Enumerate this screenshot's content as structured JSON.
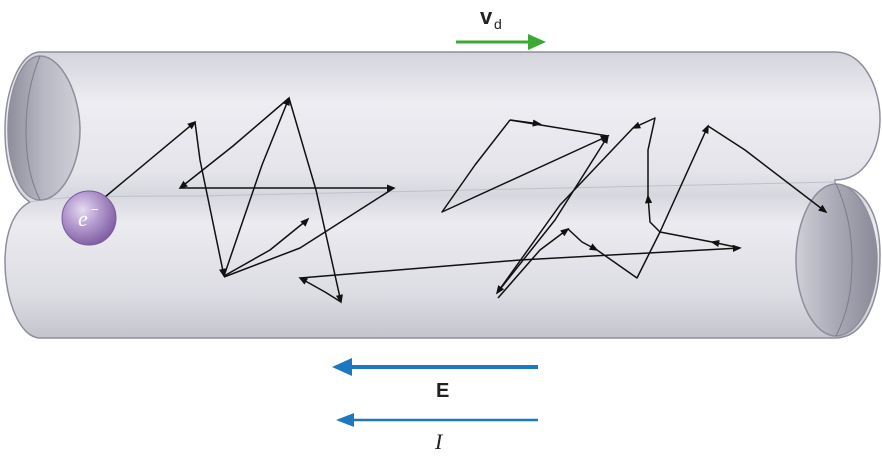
{
  "labels": {
    "drift_velocity_symbol": "v",
    "drift_velocity_subscript": "d",
    "electron_symbol": "e",
    "electron_charge_sign": "−",
    "field_symbol": "E",
    "current_symbol": "I"
  },
  "colors": {
    "drift_arrow": "#3aaa35",
    "field_arrow": "#1e78c0",
    "current_arrow": "#1e78c0",
    "tube_light": "#ececf1",
    "tube_dark": "#9f9fad",
    "electron": "#a98ac6",
    "path": "#111111"
  },
  "icons": {
    "electron": "electron-sphere-icon",
    "arrowheads": "arrowhead-icon"
  }
}
